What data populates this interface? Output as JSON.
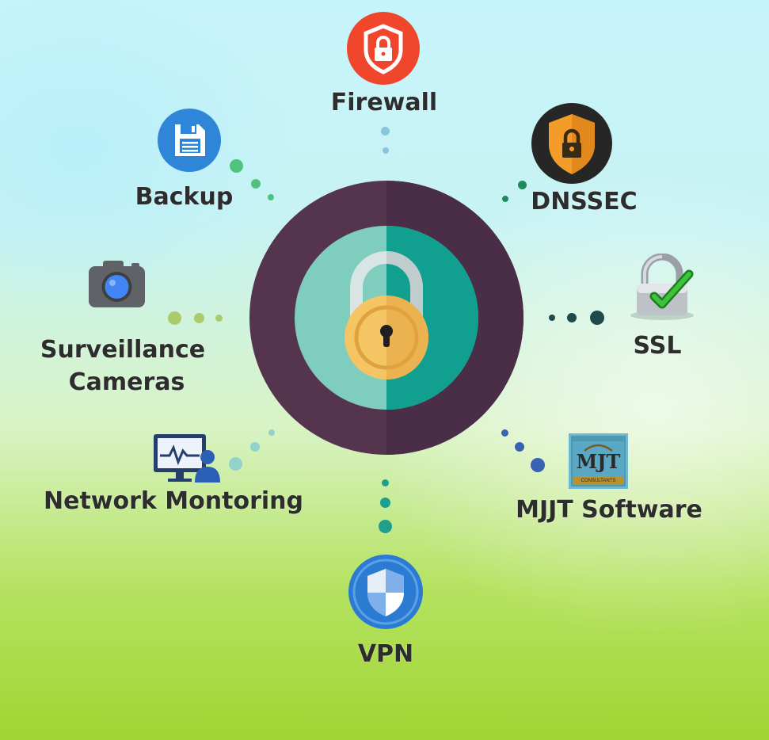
{
  "colors": {
    "outer_ring": "#55344e",
    "inner_light": "#7ecdbd",
    "inner_dark": "#11a090",
    "lock_body": "#f5c463",
    "firewall": "#f0462c",
    "backup": "#2f86d9",
    "vpn": "#2b7bd3",
    "dnssec": "#f39c28"
  },
  "items": {
    "firewall": {
      "label": "Firewall",
      "icon": "shield-lock-icon"
    },
    "backup": {
      "label": "Backup",
      "icon": "floppy-disk-icon"
    },
    "dnssec": {
      "label": "DNSSEC",
      "icon": "badge-lock-icon"
    },
    "cameras": {
      "label_line1": "Surveillance",
      "label_line2": "Cameras",
      "icon": "camera-icon"
    },
    "ssl": {
      "label": "SSL",
      "icon": "padlock-check-icon"
    },
    "network": {
      "label": "Network Montoring",
      "icon": "monitor-user-icon"
    },
    "mjjt": {
      "label": "MJJT Software",
      "logo_text": "MJT",
      "logo_subtext": "CONSULTANTS",
      "icon": "mjt-logo-icon"
    },
    "vpn": {
      "label": "VPN",
      "icon": "shield-vpn-icon"
    }
  },
  "center": {
    "icon": "central-padlock-icon"
  }
}
